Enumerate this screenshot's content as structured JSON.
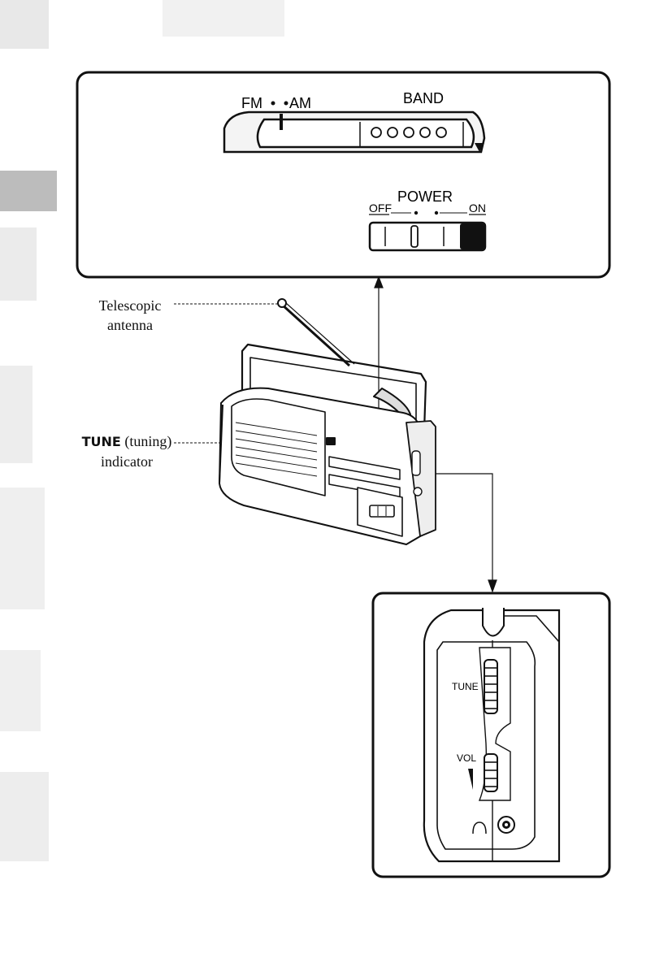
{
  "top_panel": {
    "fm_label": "FM",
    "am_label": "AM",
    "band_label": "BAND",
    "power_label": "POWER",
    "off_label": "OFF",
    "on_label": "ON"
  },
  "callouts": {
    "telescopic_line1": "Telescopic",
    "telescopic_line2": "antenna",
    "tune_bold": "TUNE",
    "tune_rest": "(tuning)",
    "tune_line2": "indicator"
  },
  "side_panel": {
    "tune_label": "TUNE",
    "vol_label": "VOL"
  }
}
